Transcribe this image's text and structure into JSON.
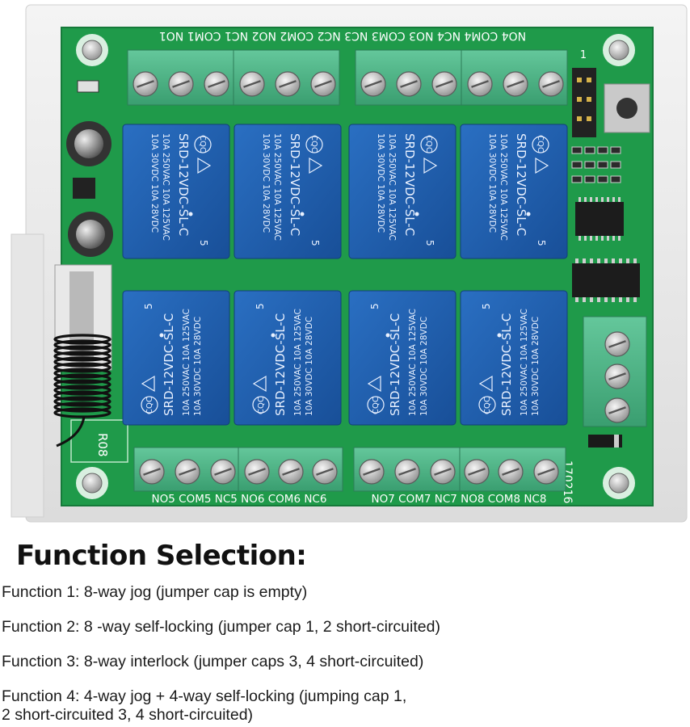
{
  "board": {
    "top_labels": "NO4 COM4 NC4 NO3 COM3 NC3 NC2 COM2 NO2 NC1 COM1 NO1",
    "bottom_left_labels": "NO5 COM5 NC5 NO6 COM6 NC6",
    "bottom_right_labels": "NO7 COM7 NC7 NO8 COM8 NC8",
    "relay_model": "SRD-12VDC-SL-C",
    "relay_spec_1": "10A 250VAC 10A 125VAC",
    "relay_spec_2": "10A 30VDC 10A 28VDC",
    "relay_mark_ce": "CQC",
    "relay_mark_num": "5",
    "date_code": "170216",
    "pcb_code": "R08",
    "jumper_label": "1",
    "colors": {
      "pcb": "#1f9a4a",
      "pcb_dark": "#167a3a",
      "relay": "#1e5fb0",
      "terminal": "#4cb587",
      "case": "#ececec"
    }
  },
  "heading": "Function Selection:",
  "functions": [
    "Function 1: 8-way jog (jumper cap is empty)",
    "Function 2: 8 -way self-locking (jumper cap 1, 2 short-circuited)",
    "Function 3: 8-way interlock (jumper caps 3, 4 short-circuited)",
    "Function 4: 4-way jog + 4-way self-locking (jumping cap 1,",
    "2 short-circuited 3, 4 short-circuited)"
  ]
}
